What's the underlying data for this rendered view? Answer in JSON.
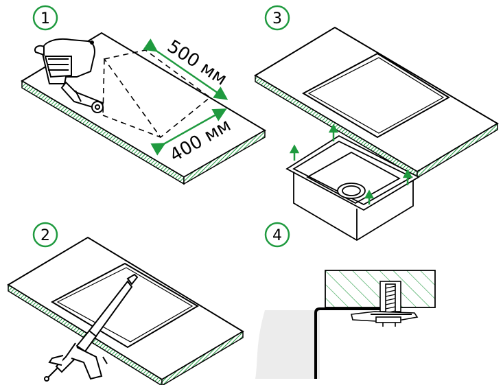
{
  "colors": {
    "accent": "#1f9a3f",
    "edge_pattern": "#8fd19a",
    "line": "#000000",
    "cabinet_fill": "#ececec"
  },
  "steps": [
    {
      "number": "1",
      "icon": "jigsaw-icon"
    },
    {
      "number": "2",
      "icon": "sealant-gun-icon"
    },
    {
      "number": "3",
      "icon": "sink-bowl-icon"
    },
    {
      "number": "4",
      "icon": "mounting-clip-icon"
    }
  ],
  "dimensions": {
    "length_label": "500 мм",
    "width_label": "400 мм"
  }
}
